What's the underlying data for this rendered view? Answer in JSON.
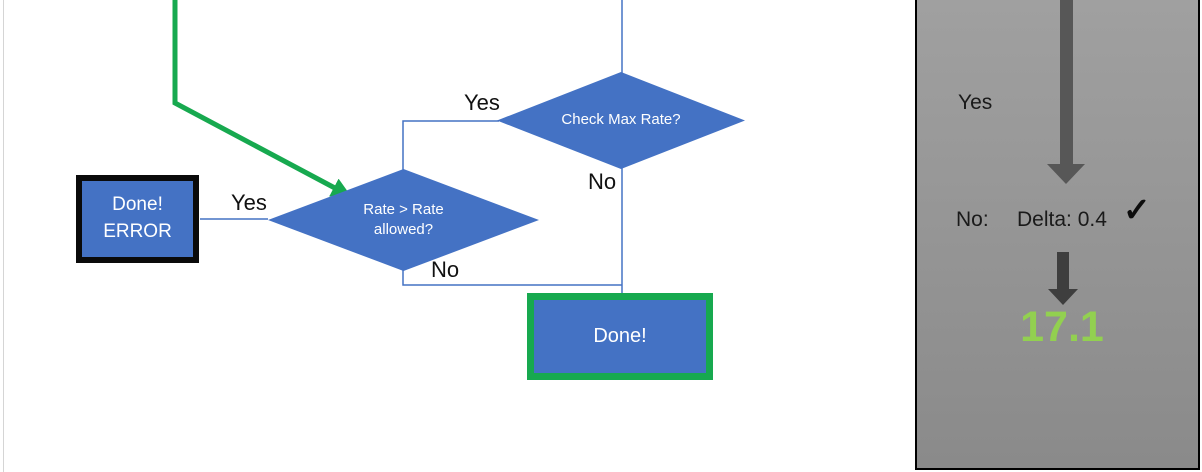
{
  "colors": {
    "shape_blue": "#4472C4",
    "accent_green": "#17A94F",
    "result_green": "#92D050",
    "connector_blue": "#4472C4",
    "panel_arrow_dark": "#575757",
    "panel_arrow_darker": "#3e3e3e"
  },
  "flowchart": {
    "check_max_node": {
      "label": "Check Max Rate?"
    },
    "rate_node": {
      "label": "Rate > Rate allowed?"
    },
    "error_node": {
      "line1": "Done!",
      "line2": "ERROR"
    },
    "done_node": {
      "label": "Done!"
    },
    "edge_labels": {
      "check_max_yes": "Yes",
      "check_max_no": "No",
      "rate_yes": "Yes",
      "rate_no": "No"
    }
  },
  "panel": {
    "yes_label": "Yes",
    "no_label": "No:",
    "delta_label": "Delta: 0.4",
    "check_icon": "✓",
    "result_value": "17.1"
  }
}
